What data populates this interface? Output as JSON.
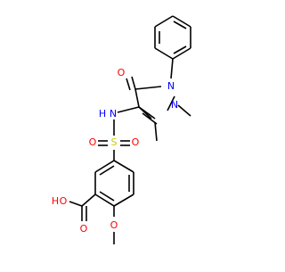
{
  "colors": {
    "bond": "#000000",
    "oxygen": "#ff0000",
    "nitrogen": "#0000ff",
    "sulfur": "#cccc00",
    "background": "#ffffff"
  },
  "atoms": {
    "o_ketone": "O",
    "n1": "N",
    "n2": "N",
    "nh": "N",
    "nh_h": "H",
    "sulfur": "S",
    "o_s_left": "O",
    "o_s_right": "O",
    "o_oh": "O",
    "oh_h": "H",
    "o_carbonyl": "O",
    "o_methoxy": "O"
  }
}
